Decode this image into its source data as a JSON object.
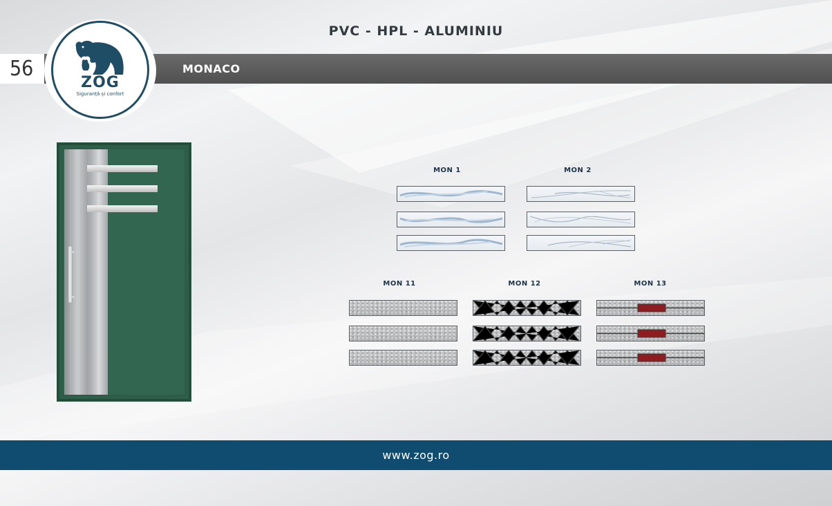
{
  "header": {
    "category": "PVC - HPL - ALUMINIU",
    "page_number": "56",
    "model": "MONACO"
  },
  "logo": {
    "brand": "ZOG",
    "tagline": "Siguranță și confort",
    "icon": "bear-logo-icon"
  },
  "door": {
    "panel_color": "#2f5f4a",
    "frame_color": "#2a5a44",
    "inlay": "brushed-steel"
  },
  "glass_groups": [
    {
      "label": "MON 1",
      "style": "clear-swirl"
    },
    {
      "label": "MON 2",
      "style": "clear-curve"
    },
    {
      "label": "MON 11",
      "style": "frosted"
    },
    {
      "label": "MON 12",
      "style": "frosted-diamond"
    },
    {
      "label": "MON 13",
      "style": "frosted-red-bar"
    }
  ],
  "footer": {
    "website": "www.zog.ro",
    "color": "#0f4c6f"
  }
}
